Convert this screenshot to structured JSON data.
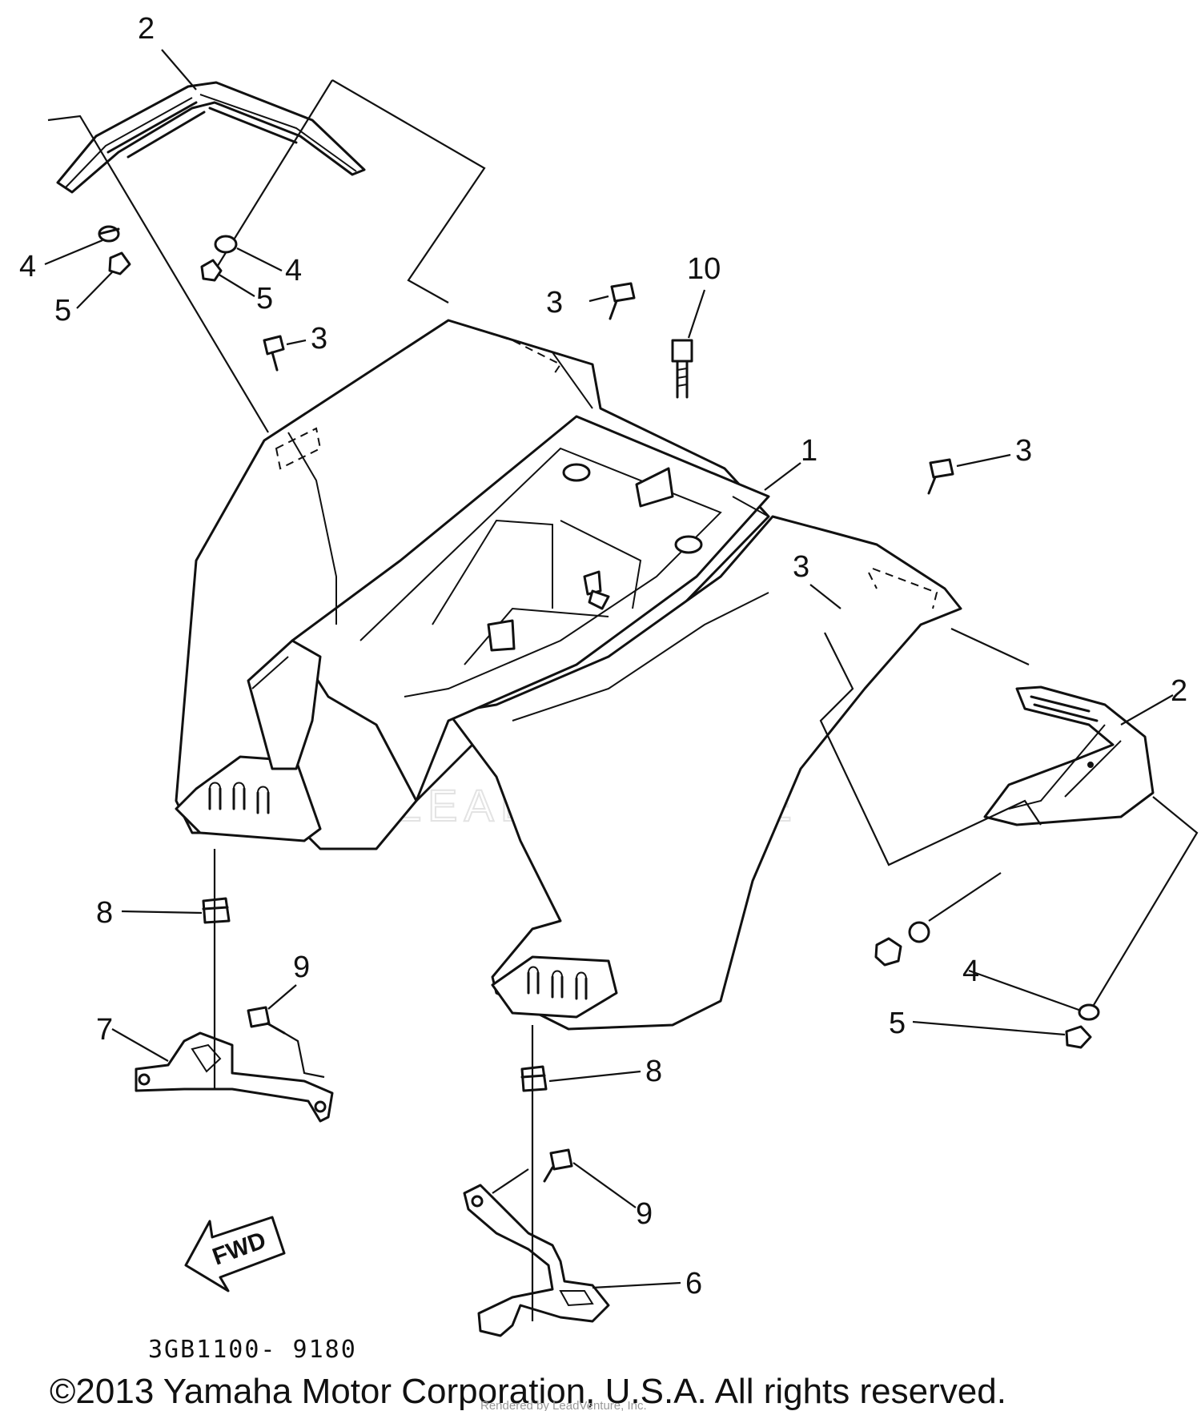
{
  "diagram": {
    "callouts": [
      {
        "id": "c2a",
        "text": "2"
      },
      {
        "id": "c4a",
        "text": "4"
      },
      {
        "id": "c5a",
        "text": "5"
      },
      {
        "id": "c4b",
        "text": "4"
      },
      {
        "id": "c5b",
        "text": "5"
      },
      {
        "id": "c3a",
        "text": "3"
      },
      {
        "id": "c3b",
        "text": "3"
      },
      {
        "id": "c10",
        "text": "10"
      },
      {
        "id": "c1",
        "text": "1"
      },
      {
        "id": "c3c",
        "text": "3"
      },
      {
        "id": "c3d",
        "text": "3"
      },
      {
        "id": "c2b",
        "text": "2"
      },
      {
        "id": "c8a",
        "text": "8"
      },
      {
        "id": "c9a",
        "text": "9"
      },
      {
        "id": "c7",
        "text": "7"
      },
      {
        "id": "c8b",
        "text": "8"
      },
      {
        "id": "c4c",
        "text": "4"
      },
      {
        "id": "c5c",
        "text": "5"
      },
      {
        "id": "c9b",
        "text": "9"
      },
      {
        "id": "c6",
        "text": "6"
      }
    ],
    "fwd_label": "FWD",
    "part_code": "3GB1100- 9180",
    "watermark": "LEADVENTURE",
    "copyright": "©2013 Yamaha Motor Corporation, U.S.A. All rights reserved.",
    "rendered_by": "Rendered by LeadVenture, Inc."
  }
}
